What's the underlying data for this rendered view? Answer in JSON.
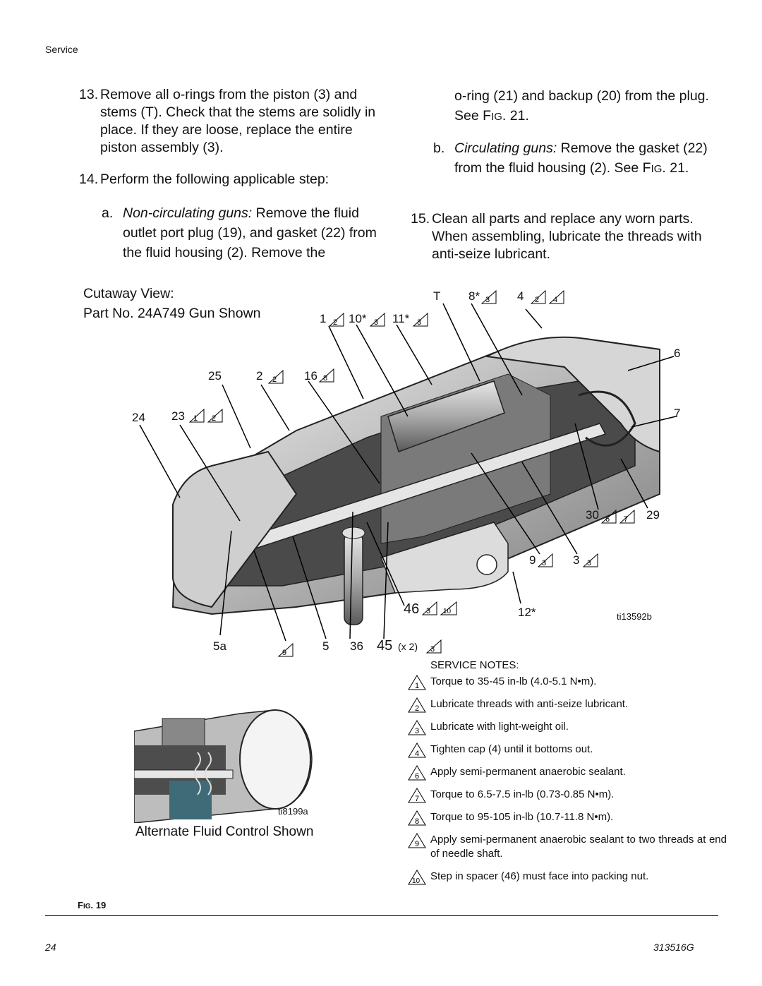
{
  "header": {
    "section": "Service"
  },
  "left_column": {
    "step13_num": "13.",
    "step13_text": "Remove all o-rings from the piston (3) and stems (T). Check that the stems are solidly in place. If they are loose, replace the entire piston assembly (3).",
    "step14_num": "14.",
    "step14_text": "Perform the following applicable step:",
    "step14a_letter": "a.",
    "step14a_italic": "Non-circulating guns:",
    "step14a_text": " Remove the fluid outlet port plug (19), and gasket (22) from the fluid housing (2). Remove the"
  },
  "right_column": {
    "cont_text": "o-ring (21) and backup (20) from the plug. See ",
    "cont_fig_f": "F",
    "cont_fig_rest": "IG",
    "cont_fig_num": ". 21.",
    "step14b_letter": "b.",
    "step14b_italic": "Circulating guns:",
    "step14b_text": " Remove the gasket (22) from the fluid housing (2). See ",
    "step14b_fig_f": "F",
    "step14b_fig_rest": "IG",
    "step14b_fig_num": ". 21.",
    "step15_num": "15.",
    "step15_text": "Clean all parts and replace any worn parts. When assembling, lubricate the threads with anti-seize lubricant."
  },
  "figure": {
    "caption_line1": "Cutaway View:",
    "caption_line2": "Part No. 24A749 Gun Shown",
    "image_id_main": "ti13592b",
    "image_id_inset": "ti8199a",
    "inset_caption": "Alternate Fluid Control Shown",
    "callouts": {
      "T": "T",
      "c8": "8*",
      "c4": "4",
      "c1": "1",
      "c10": "10*",
      "c11": "11*",
      "c6": "6",
      "c25": "25",
      "c2": "2",
      "c16": "16",
      "c7": "7",
      "c24": "24",
      "c23": "23",
      "c30": "30",
      "c29": "29",
      "c9": "9",
      "c3": "3",
      "c46": "46",
      "c12": "12*",
      "c5a": "5a",
      "c5": "5",
      "c36": "36",
      "c45": "45",
      "c45x": "(x 2)"
    },
    "tri": {
      "t1": "1",
      "t2": "2",
      "t3": "3",
      "t4": "4",
      "t6": "6",
      "t7": "7",
      "t8": "8",
      "t9": "9",
      "t10": "10"
    }
  },
  "service_notes": {
    "title": "SERVICE NOTES:",
    "items": [
      {
        "num": "1",
        "text": "Torque to 35-45 in-lb (4.0-5.1 N•m)."
      },
      {
        "num": "2",
        "text": "Lubricate threads with anti-seize lubricant."
      },
      {
        "num": "3",
        "text": "Lubricate with light-weight oil."
      },
      {
        "num": "4",
        "text": "Tighten cap (4) until it bottoms out."
      },
      {
        "num": "6",
        "text": "Apply semi-permanent anaerobic sealant."
      },
      {
        "num": "7",
        "text": "Torque to 6.5-7.5 in-lb (0.73-0.85 N•m)."
      },
      {
        "num": "8",
        "text": "Torque to 95-105 in-lb (10.7-11.8 N•m)."
      },
      {
        "num": "9",
        "text": "Apply semi-permanent anaerobic sealant to two threads at end of needle shaft."
      },
      {
        "num": "10",
        "text": "Step in spacer (46) must face into packing nut."
      }
    ]
  },
  "footer": {
    "fig_f": "F",
    "fig_rest": "IG",
    "fig_num": ". 19",
    "page_number": "24",
    "doc_number": "313516G"
  }
}
